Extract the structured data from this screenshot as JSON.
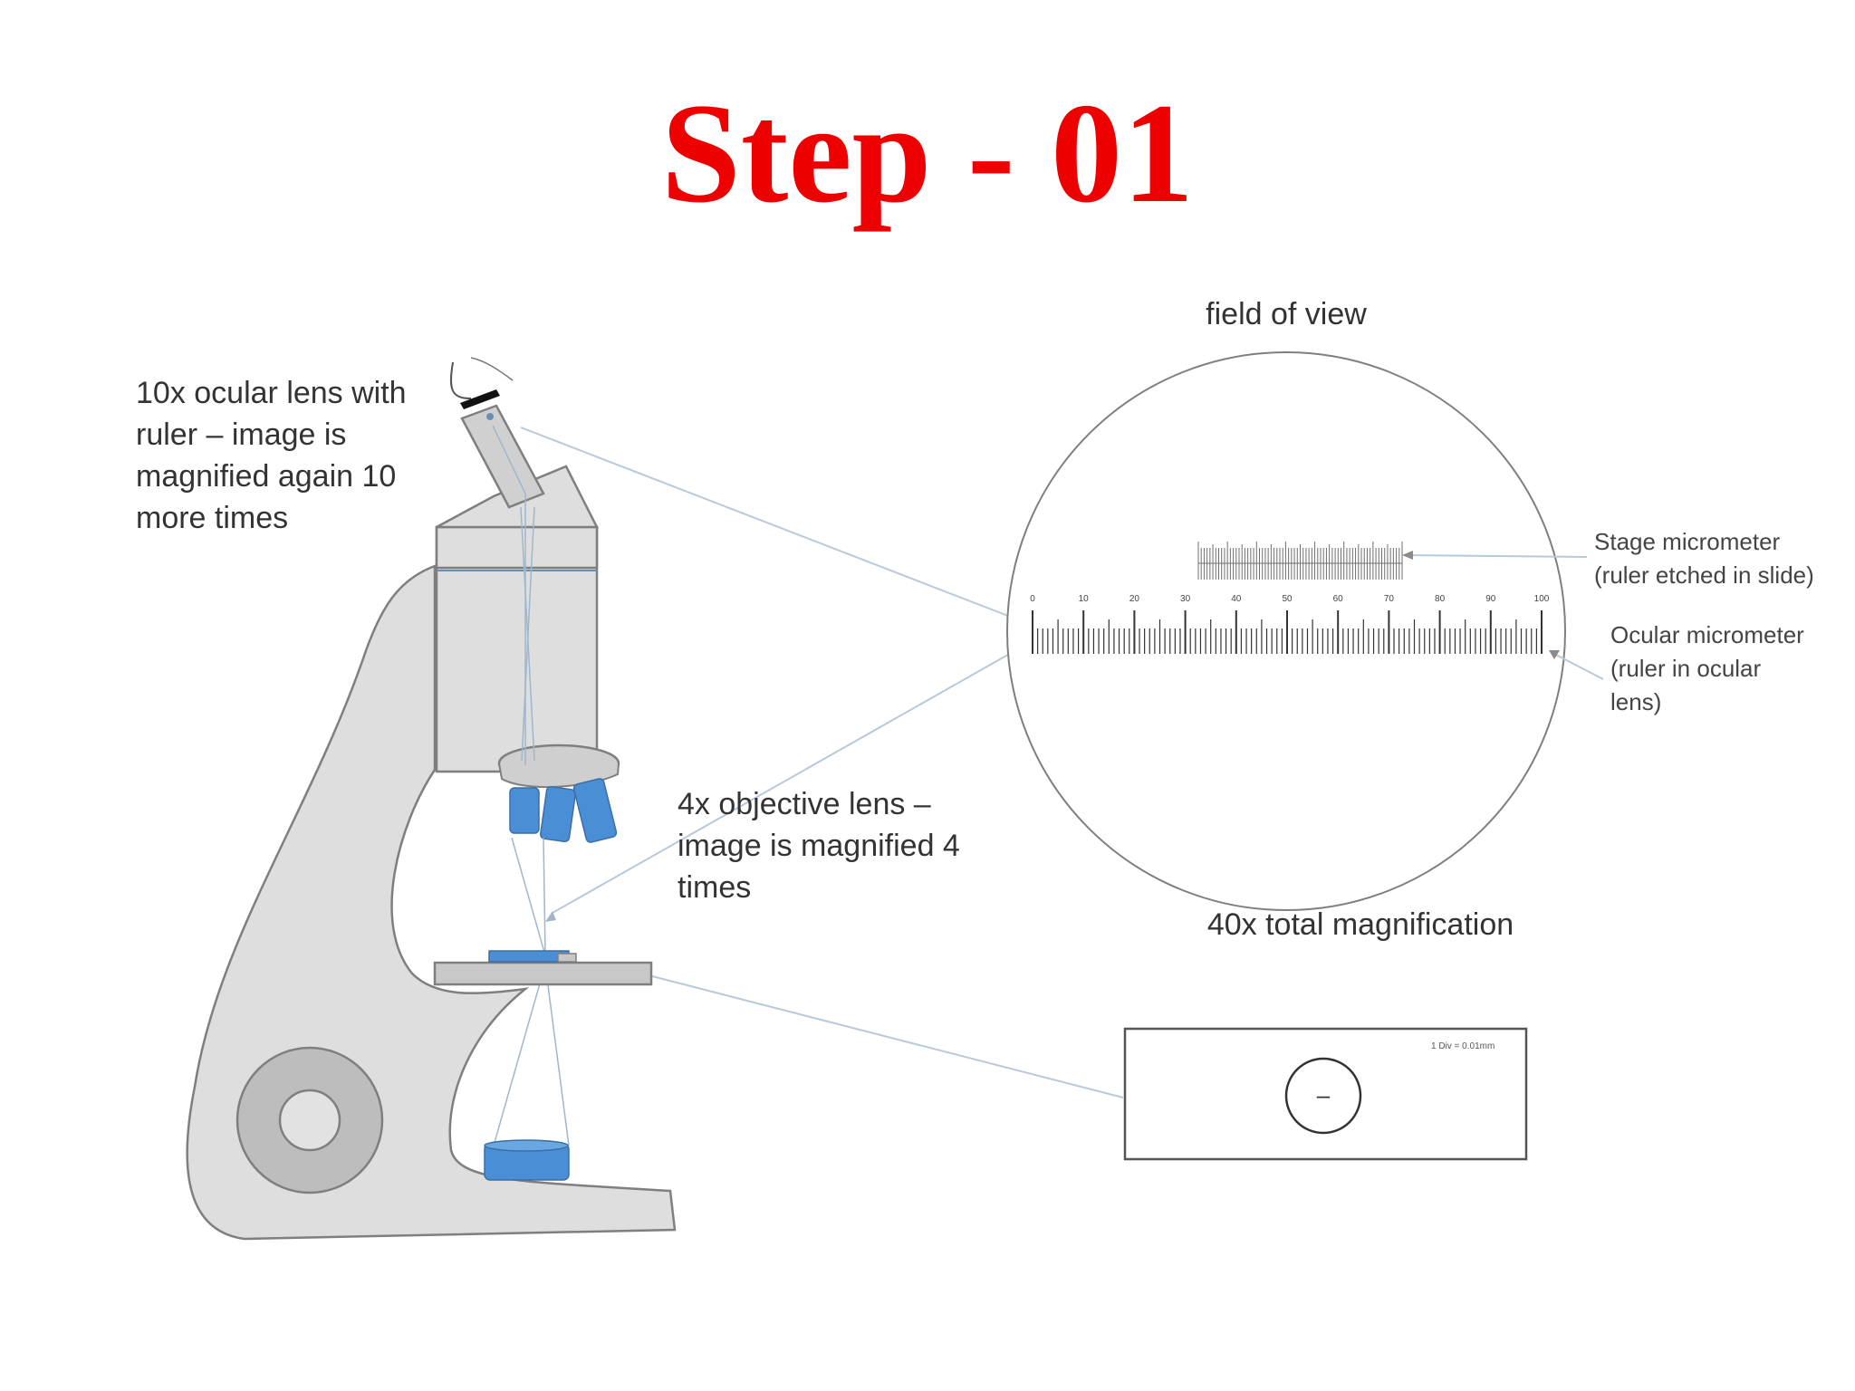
{
  "title": "Step - 01",
  "colors": {
    "title": "#ee0000",
    "lens_blue": "#4a8fd6",
    "body_gray": "#dedede",
    "outline": "#7f7f7f",
    "beam": "#9fb7cc",
    "pointer": "#b8c9d9",
    "text": "#333333"
  },
  "labels": {
    "ocular": {
      "lines": [
        "10x ocular lens with",
        "ruler – image is",
        "magnified again 10",
        "more times"
      ]
    },
    "objective": {
      "lines": [
        "4x objective lens –",
        "image is magnified 4",
        "times"
      ]
    },
    "field_of_view": "field of view",
    "total_magnification": "40x total magnification",
    "stage_micrometer": {
      "lines": [
        "Stage micrometer",
        "(ruler etched in slide)"
      ]
    },
    "ocular_micrometer": {
      "lines": [
        "Ocular micrometer",
        "(ruler in ocular",
        "lens)"
      ]
    },
    "slide_scale": "1 Div = 0.01mm",
    "slide_dash": "–"
  },
  "ruler": {
    "scale_labels": [
      "0",
      "10",
      "20",
      "30",
      "40",
      "50",
      "60",
      "70",
      "80",
      "90",
      "100"
    ],
    "ocular_divisions": 100,
    "stage_divisions": 70
  },
  "icons": {
    "eye": "eye-icon",
    "microscope": "microscope-illustration"
  }
}
